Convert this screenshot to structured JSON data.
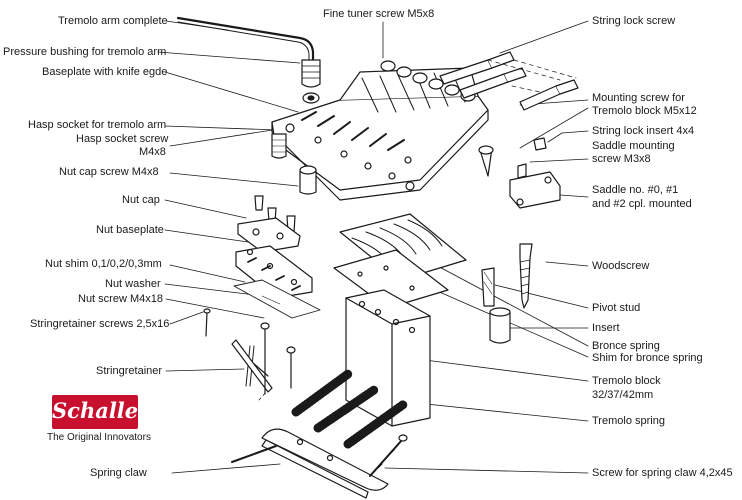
{
  "labels": {
    "tremolo_arm_complete": "Tremolo arm complete",
    "fine_tuner_screw": "Fine tuner screw M5x8",
    "string_lock_screw": "String lock screw",
    "pressure_bushing": "Pressure bushing for tremolo arm",
    "baseplate": "Baseplate with knife egde",
    "mounting_screw_line1": "Mounting screw for",
    "mounting_screw_line2": "Tremolo block M5x12",
    "hasp_socket": "Hasp socket for tremolo arm",
    "string_lock_insert": "String lock insert 4x4",
    "hasp_socket_screw_line1": "Hasp socket screw",
    "hasp_socket_screw_line2": "M4x8",
    "saddle_mounting_line1": "Saddle mounting",
    "saddle_mounting_line2": "screw M3x8",
    "nut_cap_screw": "Nut cap screw M4x8",
    "saddle_no_line1": "Saddle no. #0, #1",
    "saddle_no_line2": "and #2 cpl. mounted",
    "nut_cap": "Nut cap",
    "nut_baseplate": "Nut baseplate",
    "woodscrew": "Woodscrew",
    "nut_shim": "Nut shim 0,1/0,2/0,3mm",
    "nut_washer": "Nut washer",
    "nut_screw": "Nut screw M4x18",
    "pivot_stud": "Pivot stud",
    "stringretainer_screws": "Stringretainer screws 2,5x16",
    "insert": "Insert",
    "bronce_spring": "Bronce spring",
    "shim_bronce_spring": "Shim for bronce spring",
    "stringretainer": "Stringretainer",
    "tremolo_block_line1": "Tremolo block",
    "tremolo_block_line2": "32/37/42mm",
    "tremolo_spring": "Tremolo spring",
    "spring_claw": "Spring claw",
    "screw_spring_claw": "Screw for spring claw 4,2x45"
  },
  "logo": {
    "brand": "Schaller",
    "tagline": "The Original Innovators",
    "color": "#c8102e"
  },
  "colors": {
    "ink": "#1a1a1a",
    "background": "#ffffff"
  }
}
